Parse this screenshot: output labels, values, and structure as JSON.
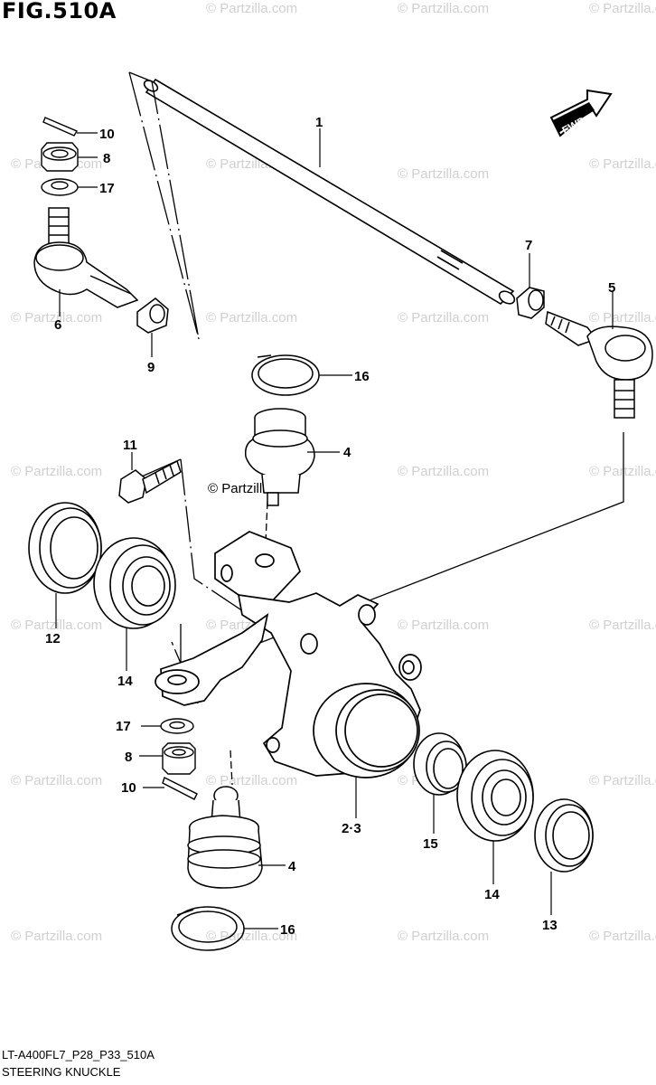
{
  "figure": {
    "title": "FIG.510A",
    "code": "LT-A400FL7_P28_P33_510A",
    "name": "STEERING KNUCKLE"
  },
  "fwd_label": "FWD",
  "watermark": "© Partzilla.com",
  "center_watermark": "© Partzilla.com",
  "callouts": {
    "c1": "1",
    "c23": "2·3",
    "c4a": "4",
    "c4b": "4",
    "c5": "5",
    "c6": "6",
    "c7": "7",
    "c8a": "8",
    "c8b": "8",
    "c9": "9",
    "c10a": "10",
    "c10b": "10",
    "c11": "11",
    "c12": "12",
    "c13": "13",
    "c14a": "14",
    "c14b": "14",
    "c15": "15",
    "c16a": "16",
    "c16b": "16",
    "c17a": "17",
    "c17b": "17"
  }
}
